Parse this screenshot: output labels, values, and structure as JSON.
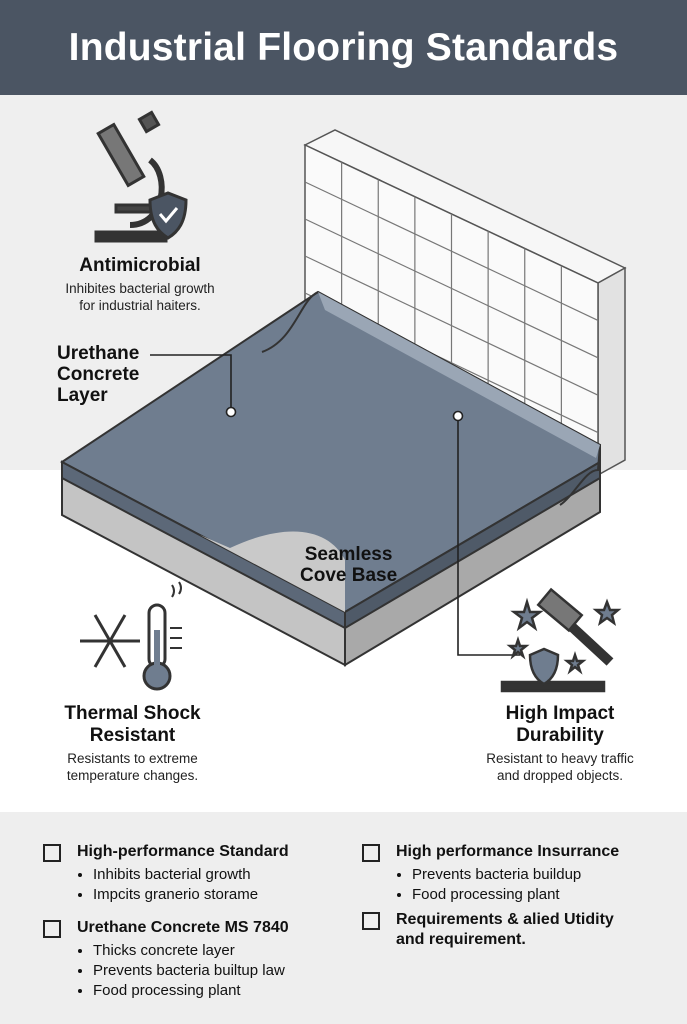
{
  "header": {
    "title": "Industrial Flooring Standards"
  },
  "features": [
    {
      "title": "Antimicrobial",
      "desc": [
        "Inhibites bacterial growth",
        "for industrial haiters."
      ],
      "icon": "microscope-shield-icon"
    },
    {
      "title": [
        "Thermal Shock",
        "Resistant"
      ],
      "desc": [
        "Resistants to extreme",
        "temperature changes."
      ],
      "icon": "snowflake-thermometer-icon"
    },
    {
      "title": [
        "High Impact",
        "Durability"
      ],
      "desc": [
        "Resistant to heavy traffic",
        "and dropped objects."
      ],
      "icon": "hammer-shield-icon"
    }
  ],
  "callouts": {
    "urethane": [
      "Urethane",
      "Concrete",
      "Layer"
    ],
    "cove": [
      "Seamless",
      "Cove Base"
    ]
  },
  "checklist": [
    {
      "heading": "High-performance Standard",
      "items": [
        "Inhibits bacterial growth",
        "Impcits granerio storame"
      ]
    },
    {
      "heading": "Urethane Concrete MS 7840",
      "items": [
        "Thicks concrete layer",
        "Prevents bacteria builtup law",
        "Food processing plant"
      ]
    },
    {
      "heading": "High performance Insurrance",
      "items": [
        "Prevents bacteria buildup",
        "Food processing plant"
      ]
    },
    {
      "heading": "Requirements & alied Utidity and requirement.",
      "items": []
    }
  ],
  "colors": {
    "header": "#4b5563",
    "floor": "#6f7d8f",
    "concrete": "#bdbdbd"
  }
}
